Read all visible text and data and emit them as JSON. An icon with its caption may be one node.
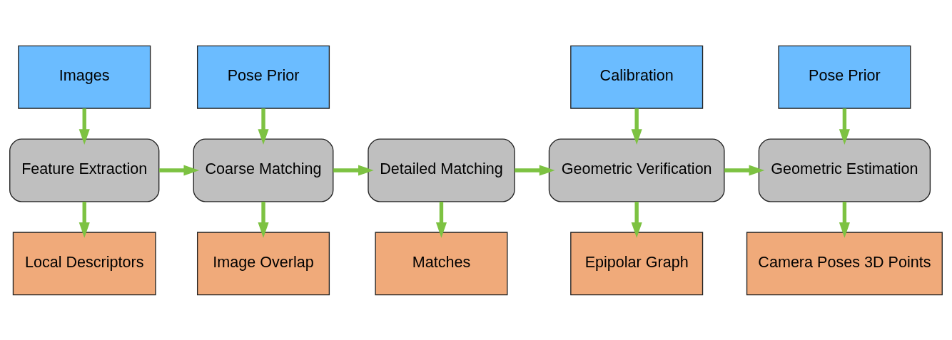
{
  "diagram": {
    "nodes": [
      {
        "text": [
          "Images"
        ]
      },
      {
        "text": [
          "Pose Prior"
        ]
      },
      {
        "text": [
          "Calibration"
        ]
      },
      {
        "text": [
          "Pose Prior"
        ]
      },
      {
        "text": [
          "Feature Extraction"
        ]
      },
      {
        "text": [
          "Coarse Matching"
        ]
      },
      {
        "text": [
          "Detailed Matching"
        ]
      },
      {
        "text": [
          "Geometric Verification"
        ]
      },
      {
        "text": [
          "Geometric Estimation"
        ]
      },
      {
        "text": [
          "Local Descriptors"
        ]
      },
      {
        "text": [
          "Image Overlap"
        ]
      },
      {
        "text": [
          "Matches"
        ]
      },
      {
        "text": [
          "Epipolar Graph"
        ]
      },
      {
        "text": [
          "Camera Poses 3D Points"
        ]
      }
    ],
    "edges": [
      {
        "from": 0,
        "to": 4,
        "arrow": "to"
      },
      {
        "from": 1,
        "to": 5,
        "arrow": "to"
      },
      {
        "from": 2,
        "to": 7,
        "arrow": "to"
      },
      {
        "from": 3,
        "to": 8,
        "arrow": "to"
      },
      {
        "from": 4,
        "to": 5,
        "arrow": "to"
      },
      {
        "from": 5,
        "to": 6,
        "arrow": "to"
      },
      {
        "from": 6,
        "to": 7,
        "arrow": "to"
      },
      {
        "from": 7,
        "to": 8,
        "arrow": "to"
      },
      {
        "from": 4,
        "to": 9,
        "arrow": "to"
      },
      {
        "from": 5,
        "to": 10,
        "arrow": "to"
      },
      {
        "from": 6,
        "to": 11,
        "arrow": "to"
      },
      {
        "from": 7,
        "to": 12,
        "arrow": "to"
      },
      {
        "from": 8,
        "to": 13,
        "arrow": "to"
      }
    ]
  }
}
